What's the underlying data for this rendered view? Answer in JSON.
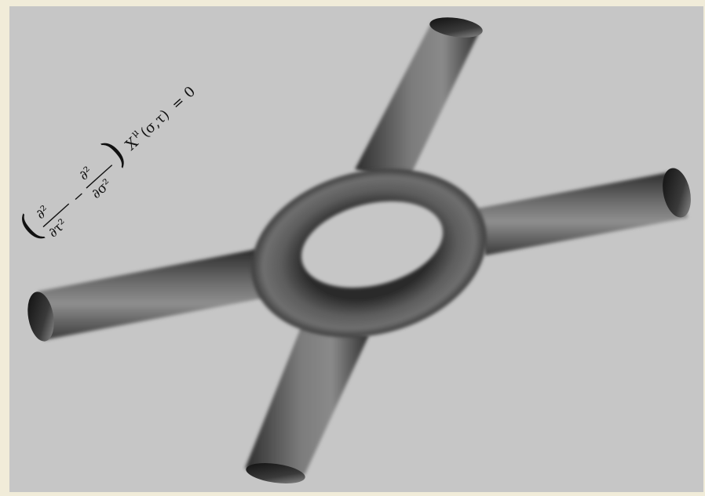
{
  "image": {
    "subject": "string-worldsheet-diagram",
    "equation": {
      "lhs_open": "(",
      "frac1_num": "∂²",
      "frac1_den": "∂τ²",
      "minus": "−",
      "frac2_num": "∂²",
      "frac2_den": "∂σ²",
      "lhs_close": ")",
      "field": "X",
      "superscript": "μ",
      "args": "(σ,τ)",
      "equals": "=",
      "rhs": "0"
    },
    "colors": {
      "background": "#c6c6c6",
      "border": "#f1ecd9",
      "tube_dark": "#1c1c1c",
      "tube_light": "#9a9a9a"
    }
  }
}
